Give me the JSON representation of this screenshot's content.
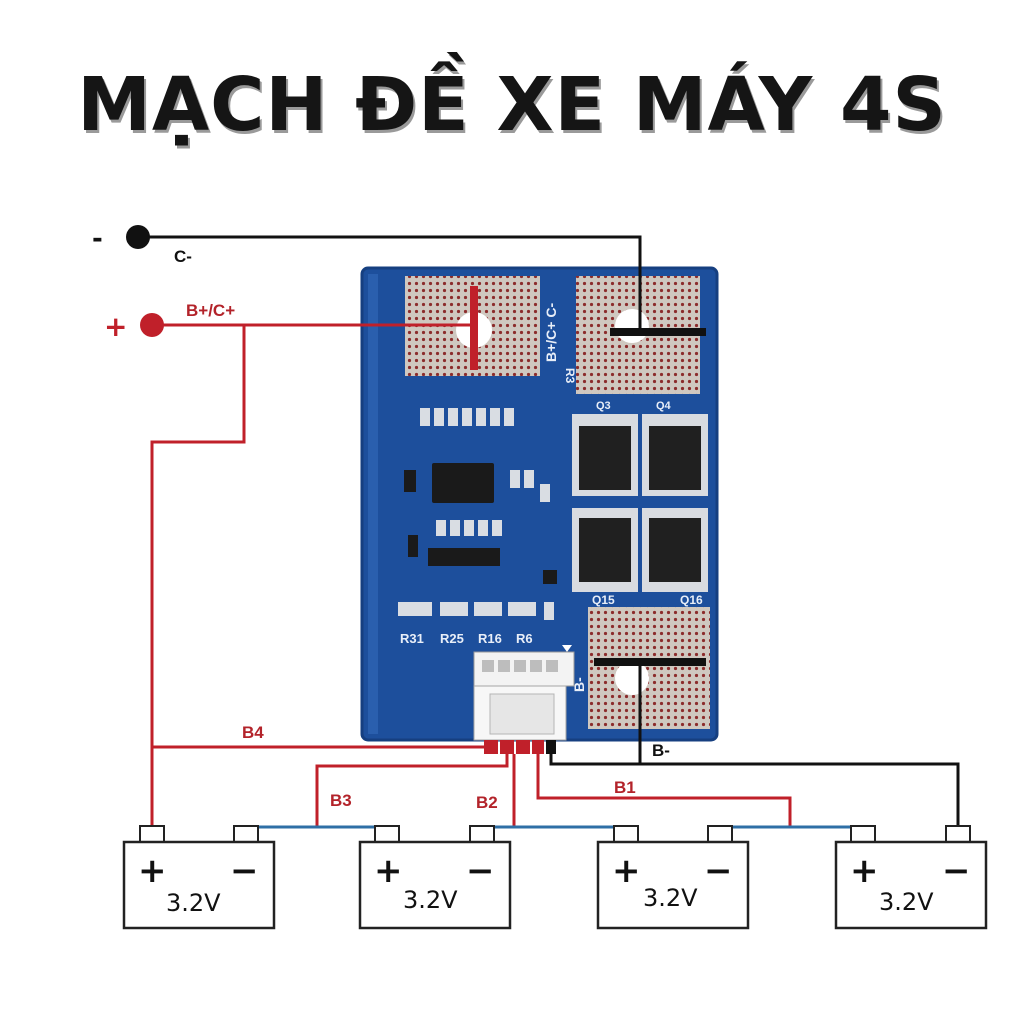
{
  "title": "MẠCH ĐỀ XE MÁY 4S",
  "terminals": {
    "negative": {
      "symbol": "-",
      "label": "C-"
    },
    "positive": {
      "symbol": "+",
      "label": "B+/C+"
    }
  },
  "wire_labels": {
    "b4": "B4",
    "b3": "B3",
    "b2": "B2",
    "b1": "B1",
    "b_minus": "B-"
  },
  "board": {
    "pad_top_label": "B+/C+ C-",
    "pad_bottom_label": "B-",
    "resistors": [
      "R31",
      "R25",
      "R16",
      "R6"
    ],
    "mosfets": [
      "Q3",
      "Q4",
      "Q15",
      "Q16"
    ],
    "marking_r3": "R3"
  },
  "batteries": [
    {
      "plus": "+",
      "minus": "−",
      "voltage": "3.2V"
    },
    {
      "plus": "+",
      "minus": "−",
      "voltage": "3.2V"
    },
    {
      "plus": "+",
      "minus": "−",
      "voltage": "3.2V"
    },
    {
      "plus": "+",
      "minus": "−",
      "voltage": "3.2V"
    }
  ],
  "colors": {
    "red_wire": "#c0202a",
    "black_wire": "#111111",
    "blue_wire": "#2f6fa6",
    "pcb_blue": "#1d4f9c",
    "pad_silver": "#c9c3bc"
  }
}
